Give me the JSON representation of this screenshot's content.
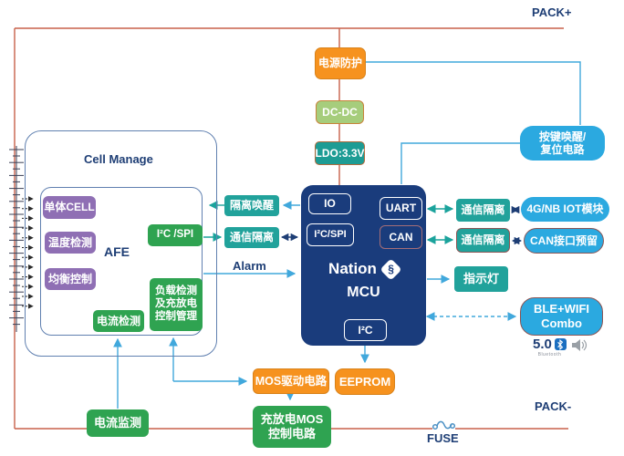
{
  "diagram": {
    "pack_plus": "PACK+",
    "pack_minus": "PACK-",
    "fuse_label": "FUSE",
    "power_chain": {
      "power_protect": "电源防护",
      "dcdc": "DC-DC",
      "ldo": "LDO:3.3V"
    },
    "cell_manage": {
      "title": "Cell Manage",
      "afe": "AFE",
      "single_cell": "单体CELL",
      "temp_detect": "温度检测",
      "balance_ctrl": "均衡控制",
      "i2c_spi": "I²C /SPI",
      "load_line1": "负载检测",
      "load_line2": "及充放电",
      "load_line3": "控制管理",
      "current_detect": "电流检测"
    },
    "middle": {
      "iso_wake": "隔离唤醒",
      "comm_iso": "通信隔离",
      "alarm": "Alarm"
    },
    "mcu": {
      "io": "IO",
      "uart": "UART",
      "i2c_spi": "I²C/SPI",
      "can": "CAN",
      "brand": "Nation",
      "name": "MCU",
      "i2c": "I²C"
    },
    "right": {
      "wake_line1": "按键唤醒/",
      "wake_line2": "复位电路",
      "comm_iso1": "通信隔离",
      "iot_module": "4G/NB IOT模块",
      "comm_iso2": "通信隔离",
      "can_reserved": "CAN接口预留",
      "indicator": "指示灯",
      "ble_line1": "BLE+WIFI",
      "ble_line2": "Combo",
      "bt_version": "5.0",
      "bt_label": "Bluetooth"
    },
    "bottom": {
      "mos_drive": "MOS驱动电路",
      "eeprom": "EEPROM",
      "mos_ctrl_line1": "充放电MOS",
      "mos_ctrl_line2": "控制电路",
      "current_monitor": "电流监测"
    },
    "colors": {
      "wire_red": "#C8614A",
      "wire_blue": "#41A8DC",
      "teal": "#21A29B",
      "navy": "#1E3E75",
      "orange": "#F6921E",
      "green": "#2FA351",
      "purple": "#8F6FB4",
      "blue_pill": "#2BA9E0",
      "mcu_fill": "#1A3C7C"
    }
  }
}
